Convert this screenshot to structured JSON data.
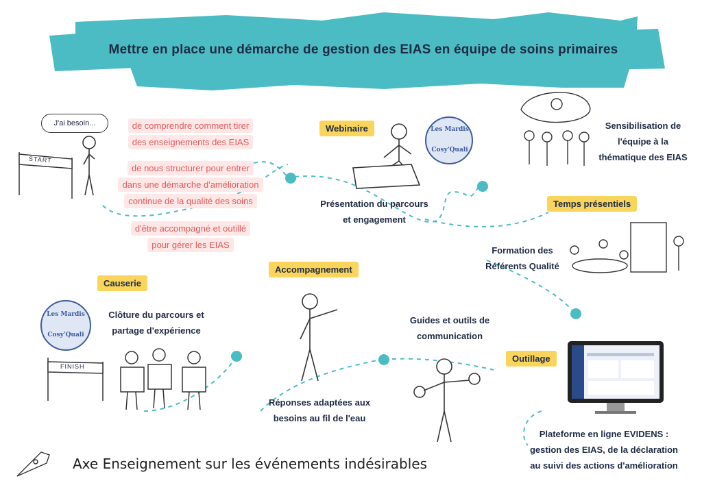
{
  "title": "Mettre en place une démarche de gestion des EIAS en équipe de soins primaires",
  "speech_bubble": "J'ai besoin...",
  "start_label": "START",
  "finish_label": "FINISH",
  "needs": [
    {
      "lines": [
        "de comprendre comment tirer",
        "des enseignements des EIAS"
      ]
    },
    {
      "lines": [
        "de nous structurer pour entrer",
        "dans une démarche d'amélioration",
        "continue de la qualité des soins"
      ]
    },
    {
      "lines": [
        "d'être accompagné et outillé",
        "pour gérer les EIAS"
      ]
    }
  ],
  "steps": {
    "webinaire": {
      "tag": "Webinaire",
      "line1": "Présentation du parcours",
      "line2": "et engagement"
    },
    "sensibilisation": {
      "line1": "Sensibilisation de",
      "line2": "l'équipe à la",
      "line3": "thématique des EIAS"
    },
    "temps": {
      "tag": "Temps présentiels",
      "line1": "Formation des",
      "line2": "Référents Qualité"
    },
    "accompagnement": {
      "tag": "Accompagnement",
      "line1": "Réponses adaptées aux",
      "line2": "besoins au fil de l'eau"
    },
    "guides": {
      "line1": "Guides et outils de",
      "line2": "communication"
    },
    "outillage": {
      "tag": "Outillage",
      "line1": "Plateforme en ligne EVIDENS :",
      "line2": "gestion des EIAS, de la déclaration",
      "line3": "au suivi des actions d'amélioration"
    },
    "causerie": {
      "tag": "Causerie",
      "line1": "Clôture du parcours et",
      "line2": "partage d'expérience"
    }
  },
  "badge": {
    "top": "Les Mardis",
    "bottom": "Cosy'Quali"
  },
  "footer": "Axe Enseignement sur les événements indésirables",
  "colors": {
    "teal": "#4bbcc3",
    "yellow": "#f9d55b",
    "pink_text": "#e15a5a",
    "navy": "#1f2a44"
  }
}
